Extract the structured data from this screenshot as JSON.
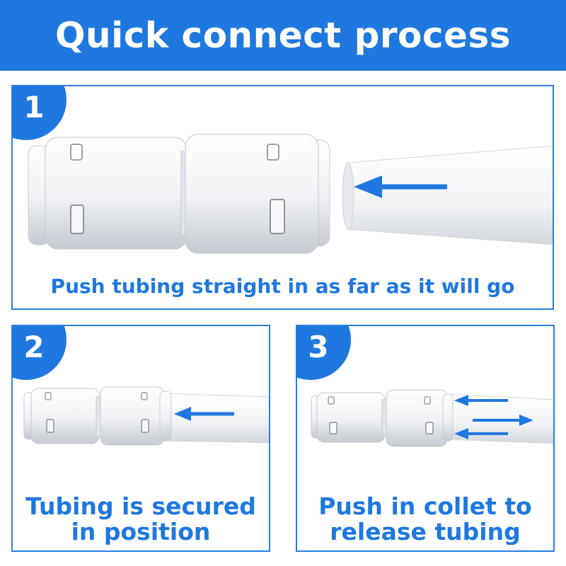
{
  "header": {
    "title": "Quick connect process"
  },
  "steps": [
    {
      "number": "1",
      "caption": "Push tubing straight in as far as it will go"
    },
    {
      "number": "2",
      "caption_lines": [
        "Tubing is secured",
        "in position"
      ]
    },
    {
      "number": "3",
      "caption_lines": [
        "Push in collet to",
        "release tubing"
      ]
    }
  ],
  "colors": {
    "accent": "#1f78e0",
    "border": "#2a7de1",
    "fitting": "#f2f4f6",
    "fitting_shade": "#c9ced4"
  }
}
